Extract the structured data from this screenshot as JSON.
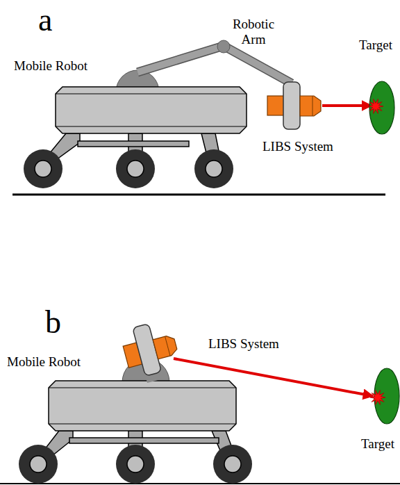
{
  "diagram": {
    "labels": [
      "a",
      "Mobile Robot",
      "Robotic Arm",
      "Target",
      "LIBS System",
      "b",
      "LIBS System",
      "Mobile Robot",
      "Target"
    ]
  }
}
